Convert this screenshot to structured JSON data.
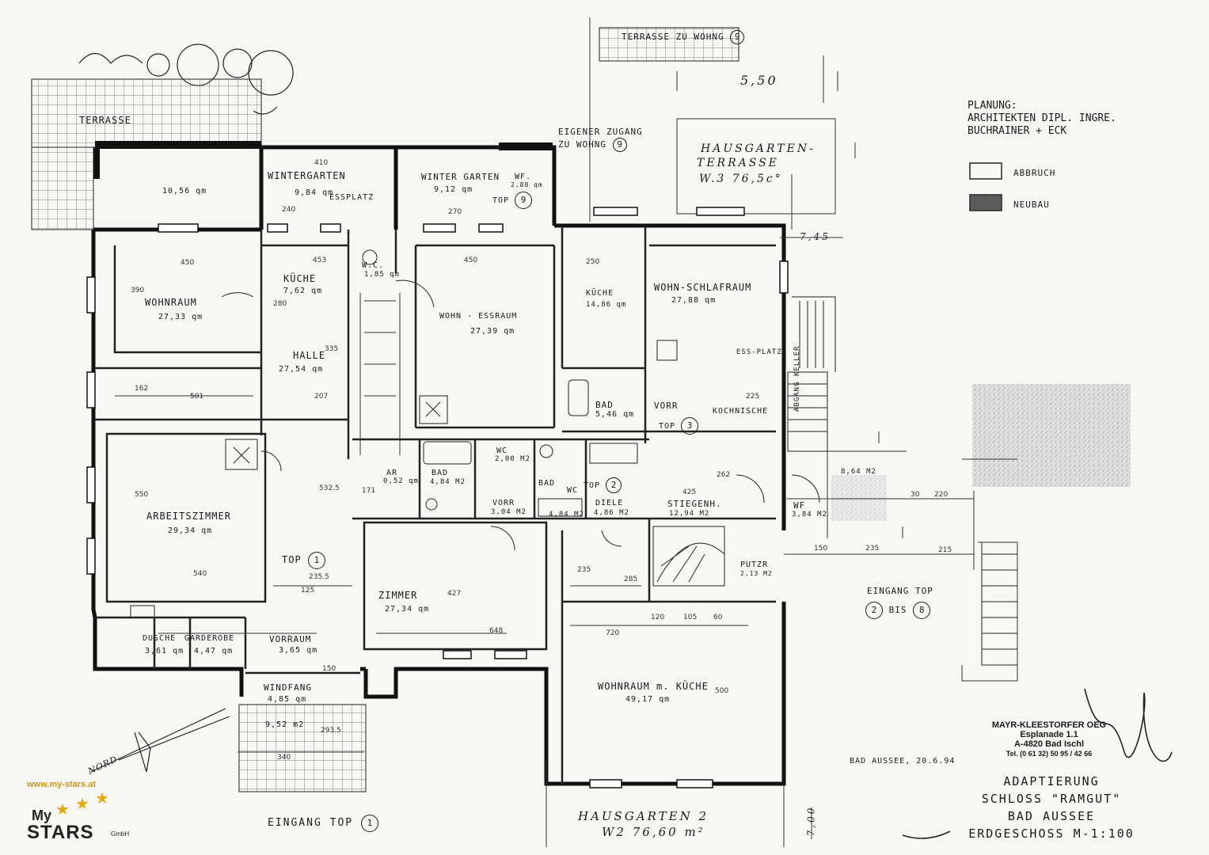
{
  "planung": {
    "title": "PLANUNG:",
    "line1": "ARCHITEKTEN DIPL. INGRE.",
    "line2": "BUCHRAINER + ECK"
  },
  "legend": {
    "abbruch": "ABBRUCH",
    "neubau": "NEUBAU"
  },
  "rooms": {
    "terrasse": "TERRASSE",
    "wg_area_1056": "10,56 qm",
    "wintergarten_a": "WINTERGARTEN",
    "wintergarten_a_area": "9,84 qm",
    "essplatz": "ESSPLATZ",
    "wintergarten_b": "WINTER GARTEN",
    "wintergarten_b_area": "9,12 qm",
    "wf9": "WF.",
    "wf9_area": "2,88 qm",
    "wohnraum_w": "WOHNRAUM",
    "wohnraum_w_area": "27,33 qm",
    "kueche_1": "KÜCHE",
    "kueche_1_area": "7,62 qm",
    "wc_1": "W.C.",
    "wc_1_area": "1,85 qm",
    "halle": "HALLE",
    "halle_area": "27,54 qm",
    "wohn_essraum": "WOHN - ESSRAUM",
    "wohn_essraum_area": "27,39 qm",
    "kueche_2": "KÜCHE",
    "kueche_2_area": "14,86 qm",
    "wohn_schlafraum": "WOHN-SCHLAFRAUM",
    "wohn_schlafraum_area": "27,88 qm",
    "bad_top3": "BAD",
    "bad_top3_area": "5,46 qm",
    "vorr_top3": "VORR",
    "kochnische": "KOCHNISCHE",
    "essplatz_2": "ESS-PLATZ",
    "arbeitszimmer": "ARBEITSZIMMER",
    "arbeitszimmer_area": "29,34 qm",
    "ar": "AR",
    "ar_area": "0,52 qm",
    "bad_2": "BAD",
    "bad_2_area": "4,84 M2",
    "wc_2": "WC",
    "wc_2_area": "2,00 M2",
    "bad_top2": "BAD",
    "wc_3": "WC",
    "vorr_2": "VORR",
    "vorr_2_area": "3,04 M2",
    "area_484": "4,84 M2",
    "diele": "DIELE",
    "diele_area": "4,86 M2",
    "stiegenh": "STIEGENH.",
    "stiegenh_area": "12,94 M2",
    "wf_2": "WF",
    "wf_2_area": "3,84 M2",
    "area_864": "8,64 M2",
    "abgang_keller": "ABGANG KELLER",
    "putzr": "PUTZR",
    "putzr_area": "2,13 M2",
    "zimmer": "ZIMMER",
    "zimmer_area": "27,34 qm",
    "dusche": "DUSCHE",
    "dusche_area": "3,61 qm",
    "garderobe": "GARDEROBE",
    "garderobe_area": "4,47 qm",
    "vorraum": "VORRAUM",
    "vorraum_area": "3,65 qm",
    "windfang": "WINDFANG",
    "windfang_area": "4,85 qm",
    "area_952": "9,52 m2",
    "wohnraum_kueche": "WOHNRAUM m. KÜCHE",
    "wohnraum_kueche_area": "49,17 qm"
  },
  "tops": {
    "top1": "TOP",
    "top1_num": "1",
    "top2": "TOP",
    "top2_num": "2",
    "top3": "TOP",
    "top3_num": "3",
    "top9": "TOP",
    "top9_num": "9"
  },
  "annotations": {
    "terrasse_w9": "TERRASSE ZU WOHNG",
    "terrasse_w9_num": "9",
    "eigener_zugang": "EIGENER ZUGANG",
    "zu_wohng": "ZU WOHNG",
    "zu_wohng_num": "9",
    "dim_550": "5,50",
    "hausgarten_terrasse_1": "HAUSGARTEN-",
    "hausgarten_terrasse_2": "TERRASSE",
    "hausgarten_terrasse_3": "W.3   76,5c°",
    "dim_745": "7,45",
    "eingang_top_2": "EINGANG TOP",
    "eingang_top_2_from": "2",
    "eingang_bis": "BIS",
    "eingang_top_2_to": "8",
    "eingang_top_1": "EINGANG TOP",
    "eingang_top_1_num": "1",
    "hausgarten_2": "HAUSGARTEN 2",
    "hausgarten_2_area": "W2  76,60 m²",
    "nord": "NORD",
    "dim_700": "7,00",
    "date": "BAD AUSSEE, 20.6.94"
  },
  "stamp": {
    "company": "MAYR-KLEESTORFER OEG",
    "street": "Esplanade 1.1",
    "city": "A-4820 Bad Ischl",
    "tel": "Tel. (0 61 32) 50 95 / 42 66"
  },
  "title_block": {
    "line1": "ADAPTIERUNG",
    "line2": "SCHLOSS \"RAMGUT\"",
    "line3": "BAD AUSSEE",
    "line4": "ERDGESCHOSS   M-1:100"
  },
  "logo": {
    "url": "www.my-stars.at",
    "my": "My",
    "stars": "STARS",
    "gmbh": "GmbH"
  },
  "dims": {
    "d410": "410",
    "d450a": "450",
    "d453": "453",
    "d450b": "450",
    "d390": "390",
    "d280": "280",
    "d501": "501",
    "d162": "162",
    "d207": "207",
    "d335": "335",
    "d240": "240",
    "d270": "270",
    "d550": "550",
    "d540": "540",
    "d2355": "235.5",
    "d125": "125",
    "d5325": "532.5",
    "d648": "648",
    "d720": "720",
    "d285": "285",
    "d235": "235",
    "d427": "427",
    "d500": "500",
    "d120": "120",
    "d105": "105",
    "d60": "60",
    "d150": "150",
    "d2935": "293.5",
    "d340": "340",
    "d150b": "150",
    "d235b": "235",
    "d215": "215",
    "d220": "220",
    "d30": "30",
    "d250": "250",
    "d225": "225",
    "d262": "262",
    "d425": "425",
    "d171": "171"
  }
}
